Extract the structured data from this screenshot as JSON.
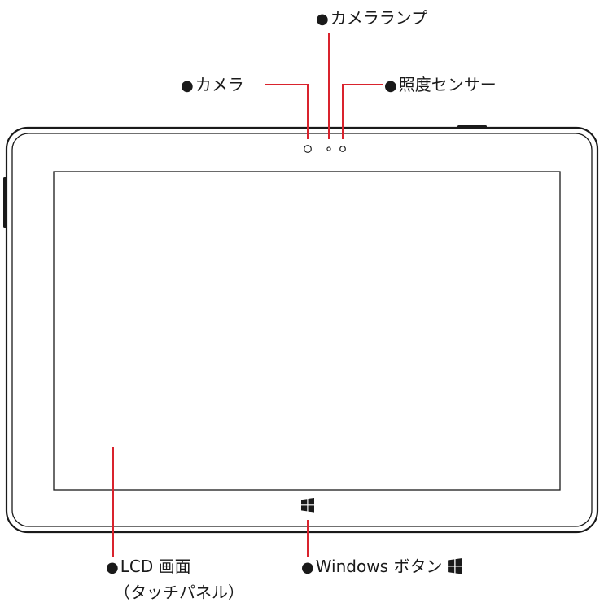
{
  "labels": {
    "camera_lamp": "カメラランプ",
    "camera": "カメラ",
    "light_sensor": "照度センサー",
    "lcd_line1": "LCD 画面",
    "lcd_line2": "（タッチパネル）",
    "windows_button": "Windows ボタン"
  },
  "bullet": "●",
  "colors": {
    "leader_line": "#d9232d",
    "device_outline": "#1a1a1a"
  },
  "icons": [
    "windows-logo-icon"
  ]
}
